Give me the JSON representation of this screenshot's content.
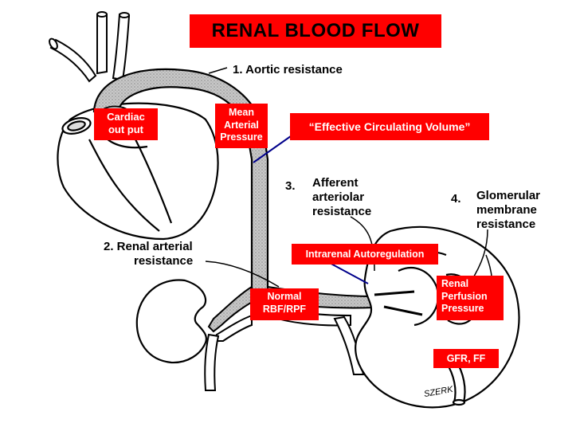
{
  "title": "RENAL BLOOD FLOW",
  "annotations": {
    "aortic": "1.   Aortic resistance",
    "renal_arterial_line1": "2.   Renal arterial",
    "renal_arterial_line2": "resistance",
    "afferent_num": "3.",
    "afferent_line1": "Afferent",
    "afferent_line2": "arteriolar",
    "afferent_line3": "resistance",
    "glomerular_num": "4.",
    "glomerular_line1": "Glomerular",
    "glomerular_line2": "membrane",
    "glomerular_line3": "resistance"
  },
  "labels": {
    "cardiac_line1": "Cardiac",
    "cardiac_line2": "out put",
    "map_line1": "Mean",
    "map_line2": "Arterial",
    "map_line3": "Pressure",
    "ecv": "“Effective Circulating Volume”",
    "autoregulation": "Intrarenal Autoregulation",
    "rbf_line1": "Normal",
    "rbf_line2": "RBF/RPF",
    "rpp_line1": "Renal",
    "rpp_line2": "Perfusion",
    "rpp_line3": "Pressure",
    "gfr": "GFR, FF"
  },
  "signature": "SZERK",
  "colors": {
    "label_bg": "#ff0000",
    "label_text": "#ffffff",
    "title_text": "#000000",
    "line": "#000000",
    "vessel_fill": "#b8b8b8"
  }
}
